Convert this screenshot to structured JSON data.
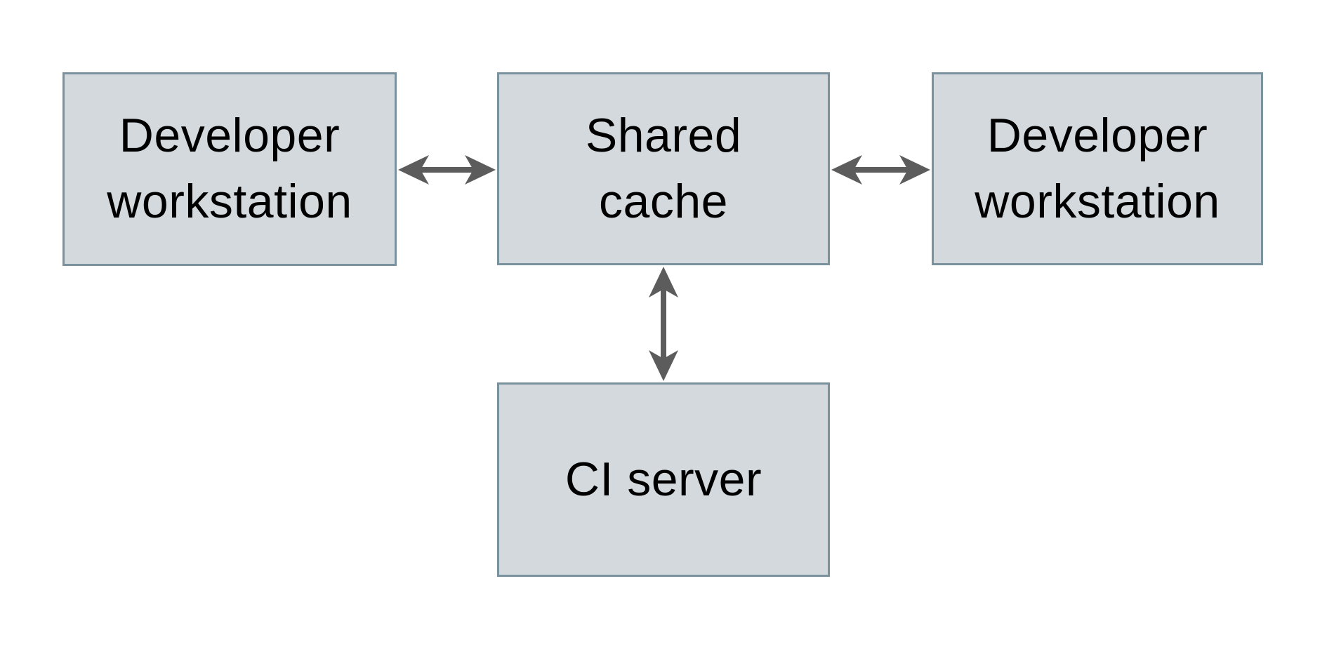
{
  "diagram": {
    "nodes": [
      {
        "id": "dev-workstation-left",
        "label": "Developer\nworkstation"
      },
      {
        "id": "shared-cache",
        "label": "Shared\ncache"
      },
      {
        "id": "dev-workstation-right",
        "label": "Developer\nworkstation"
      },
      {
        "id": "ci-server",
        "label": "CI server"
      }
    ],
    "edges": [
      {
        "from": "dev-workstation-left",
        "to": "shared-cache",
        "style": "double-headed-arrow"
      },
      {
        "from": "shared-cache",
        "to": "dev-workstation-right",
        "style": "double-headed-arrow"
      },
      {
        "from": "shared-cache",
        "to": "ci-server",
        "style": "double-headed-arrow"
      }
    ],
    "colors": {
      "background": "#ffffff",
      "node_fill": "#d3d9dc",
      "node_border": "#7a929d",
      "arrow": "#5c5c5c",
      "text": "#000000"
    }
  }
}
